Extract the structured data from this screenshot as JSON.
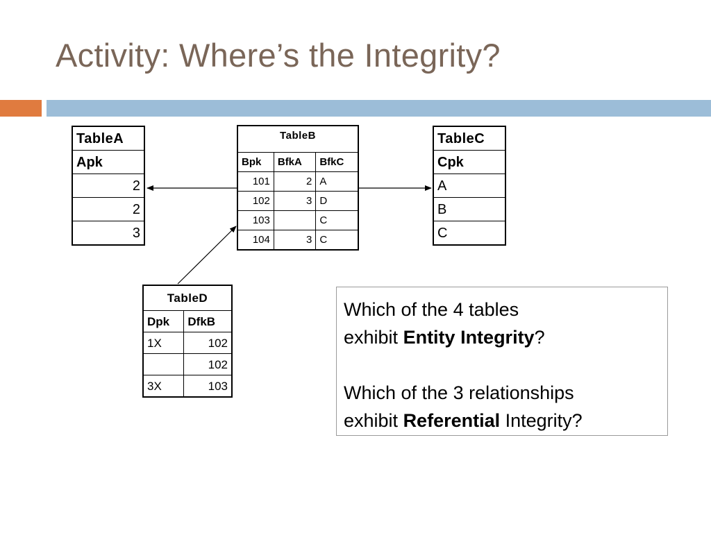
{
  "slide": {
    "title": "Activity: Where’s the Integrity?",
    "colors": {
      "title": "#7a6658",
      "accent_orange": "#e07b3f",
      "accent_blue": "#9cbdd8"
    }
  },
  "tableA": {
    "caption": "TableA",
    "header": "Apk",
    "rows": [
      "2",
      "2",
      "3"
    ]
  },
  "tableB": {
    "caption": "TableB",
    "headers": [
      "Bpk",
      "BfkA",
      "BfkC"
    ],
    "rows": [
      [
        "101",
        "2",
        "A"
      ],
      [
        "102",
        "3",
        "D"
      ],
      [
        "103",
        "",
        "C"
      ],
      [
        "104",
        "3",
        "C"
      ]
    ]
  },
  "tableC": {
    "caption": "TableC",
    "header": "Cpk",
    "rows": [
      "A",
      "B",
      "C"
    ]
  },
  "tableD": {
    "caption": "TableD",
    "headers": [
      "Dpk",
      "DfkB"
    ],
    "rows": [
      [
        "1X",
        "102"
      ],
      [
        "",
        "102"
      ],
      [
        "3X",
        "103"
      ]
    ]
  },
  "question": {
    "q1_pre": "Which of the 4 tables",
    "q1_line2_pre": "exhibit ",
    "q1_bold": "Entity Integrity",
    "q1_post": "?",
    "q2_pre": "Which of the 3 relationships",
    "q2_line2_pre": "exhibit ",
    "q2_bold": "Referential",
    "q2_post": " Integrity?"
  }
}
